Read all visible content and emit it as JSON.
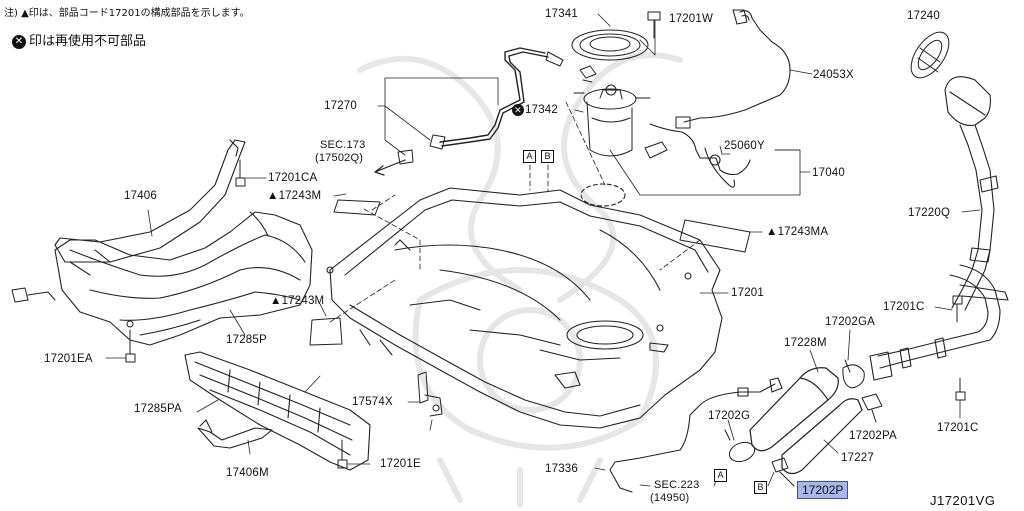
{
  "notes": {
    "line1": "注) ▲印は、部品コード17201の構成部品を示します。",
    "line2_mark": "✕",
    "line2": "印は再使用不可部品"
  },
  "boxes": {
    "a": "A",
    "b": "B"
  },
  "parts": {
    "p17341": "17341",
    "p17201w": "17201W",
    "p24053x": "24053X",
    "p17240": "17240",
    "p17270": "17270",
    "p17342_mark": "✕",
    "p17342": "17342",
    "p25060y": "25060Y",
    "p17040": "17040",
    "sec173": "SEC.173",
    "sec173b": "(17502Q)",
    "p17201ca": "17201CA",
    "p17406": "17406",
    "p17243m_a": "▲17243M",
    "p17220q": "17220Q",
    "p17243ma": "▲17243MA",
    "p17201": "17201",
    "p17243m_b": "▲17243M",
    "p17285p": "17285P",
    "p17201c_a": "17201C",
    "p17202ga": "17202GA",
    "p17228m": "17228M",
    "p17201ea": "17201EA",
    "p17285pa": "17285PA",
    "p17574x": "17574X",
    "p17202g": "17202G",
    "p17202pa": "17202PA",
    "p17201c_b": "17201C",
    "p17406m": "17406M",
    "p17201e": "17201E",
    "p17227": "17227",
    "p17336": "17336",
    "sec223": "SEC.223",
    "sec223b": "(14950)",
    "p17202p": "17202P"
  },
  "diagram_id": "J17201VG"
}
